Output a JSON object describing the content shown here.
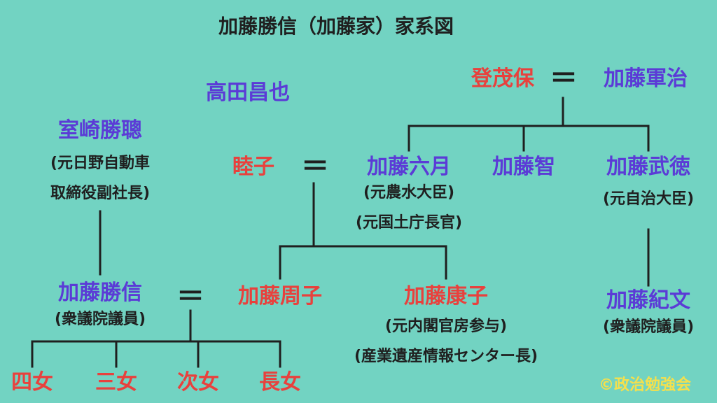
{
  "title": "加藤勝信（加藤家）家系図",
  "watermark": "©政治勉強会",
  "colors": {
    "background": "#72d3c2",
    "male": "#5b3bd6",
    "female": "#e8413d",
    "text": "#1f1f1f",
    "watermark": "#f4e04d"
  },
  "marriage_symbol": "＝",
  "people": {
    "to_moho": {
      "name": "登茂保"
    },
    "kato_gunji": {
      "name": "加藤軍治"
    },
    "takata_masaya": {
      "name": "高田昌也"
    },
    "murozaki_katsuaki": {
      "name": "室崎勝聰",
      "note1": "(元日野自動車",
      "note2": "取締役副社長)"
    },
    "mutsuko": {
      "name": "睦子"
    },
    "kato_mutsuki": {
      "name": "加藤六月",
      "note1": "(元農水大臣)",
      "note2": "(元国土庁長官)"
    },
    "kato_satoshi": {
      "name": "加藤智"
    },
    "kato_takenori": {
      "name": "加藤武徳",
      "note1": "(元自治大臣)"
    },
    "kato_katsunobu": {
      "name": "加藤勝信",
      "note1": "(衆議院議員)"
    },
    "kato_shuko": {
      "name": "加藤周子"
    },
    "kato_yasuko": {
      "name": "加藤康子",
      "note1": "(元内閣官房参与)",
      "note2": "(産業遺産情報センター長)"
    },
    "kato_norifumi": {
      "name": "加藤紀文",
      "note1": "(衆議院議員)"
    },
    "daughter4": {
      "name": "四女"
    },
    "daughter3": {
      "name": "三女"
    },
    "daughter2": {
      "name": "次女"
    },
    "daughter1": {
      "name": "長女"
    }
  }
}
